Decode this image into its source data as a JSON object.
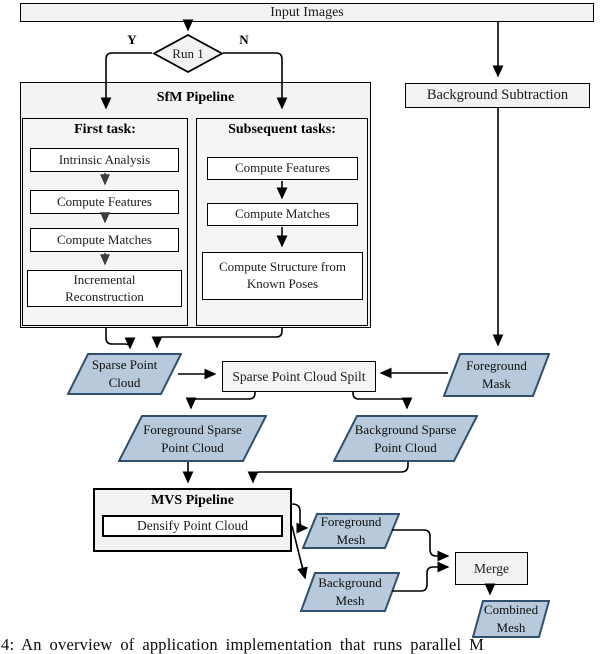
{
  "colors": {
    "node_fill": "#f2f2f2",
    "io_fill": "#b7c9da",
    "io_border": "#31506e",
    "line": "#000000"
  },
  "nodes": {
    "input_images": "Input Images",
    "decision_run1": "Run 1",
    "branch_yes": "Y",
    "branch_no": "N",
    "sfm_title": "SfM Pipeline",
    "first_task_title": "First task:",
    "first_task_steps": [
      "Intrinsic Analysis",
      "Compute Features",
      "Compute Matches",
      "Incremental\nReconstruction"
    ],
    "subsequent_title": "Subsequent tasks:",
    "subsequent_steps": [
      "Compute Features",
      "Compute Matches",
      "Compute Structure from\nKnown Poses"
    ],
    "background_subtraction": "Background Subtraction",
    "sparse_point_cloud": "Sparse Point\nCloud",
    "sparse_split": "Sparse Point Cloud Spilt",
    "foreground_mask": "Foreground\nMask",
    "foreground_sparse": "Foreground Sparse\nPoint Cloud",
    "background_sparse": "Background Sparse\nPoint Cloud",
    "mvs_title": "MVS Pipeline",
    "densify": "Densify Point Cloud",
    "foreground_mesh": "Foreground\nMesh",
    "background_mesh": "Background\nMesh",
    "merge": "Merge",
    "combined_mesh": "Combined\nMesh"
  },
  "caption": "4: An overview of application implementation that runs parallel M"
}
